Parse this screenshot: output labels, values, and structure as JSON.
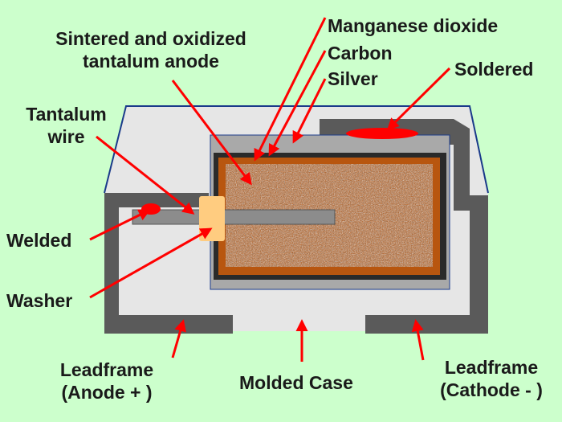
{
  "labels": {
    "sintered_line1": "Sintered and oxidized",
    "sintered_line2": "tantalum anode",
    "manganese": "Manganese dioxide",
    "carbon": "Carbon",
    "silver": "Silver",
    "soldered": "Soldered",
    "tantalum_line1": "Tantalum",
    "tantalum_line2": "wire",
    "welded": "Welded",
    "washer": "Washer",
    "leadframe_anode_line1": "Leadframe",
    "leadframe_anode_line2": "(Anode + )",
    "molded_case": "Molded Case",
    "leadframe_cathode_line1": "Leadframe",
    "leadframe_cathode_line2": "(Cathode - )"
  },
  "colors": {
    "background": "#ccffcc",
    "case_light": "#e6e6e6",
    "leadframe": "#5a5a5a",
    "silver_layer": "#a9a9a9",
    "carbon_layer": "#2a2a2a",
    "manganese_layer": "#b8560f",
    "anode": "#c8c8c8",
    "washer": "#ffcc80",
    "arrow": "#ff0000",
    "outline": "#1a3a8a"
  }
}
